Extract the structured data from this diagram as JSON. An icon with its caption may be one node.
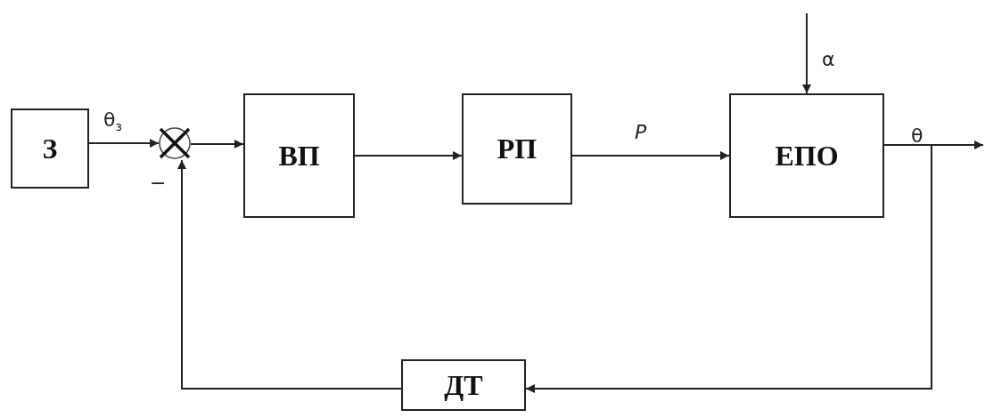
{
  "diagram": {
    "nodes": [
      {
        "text": [
          "З"
        ]
      },
      {
        "text": [],
        "shape": "circle"
      },
      {
        "text": [
          "ВП"
        ]
      },
      {
        "text": [
          "РП"
        ]
      },
      {
        "text": [
          "ЕПО"
        ]
      },
      {
        "text": [
          "ДТ"
        ]
      }
    ],
    "edges": [
      {
        "from": 0,
        "to": 1,
        "arrow": "to",
        "label": "θ$_{з}$"
      },
      {
        "from": 1,
        "to": 2,
        "arrow": "to"
      },
      {
        "from": 2,
        "to": 3,
        "arrow": "to"
      },
      {
        "from": 3,
        "to": 4,
        "arrow": "to",
        "label": "*P*"
      },
      {
        "from": null,
        "to": 4,
        "arrow": "to",
        "label": "α"
      },
      {
        "from": 4,
        "to": null,
        "arrow": "to",
        "label": "θ"
      },
      {
        "from": 4,
        "to": 5,
        "arrow": "to"
      },
      {
        "from": 5,
        "to": 1,
        "arrow": "to",
        "label": "−"
      }
    ]
  }
}
